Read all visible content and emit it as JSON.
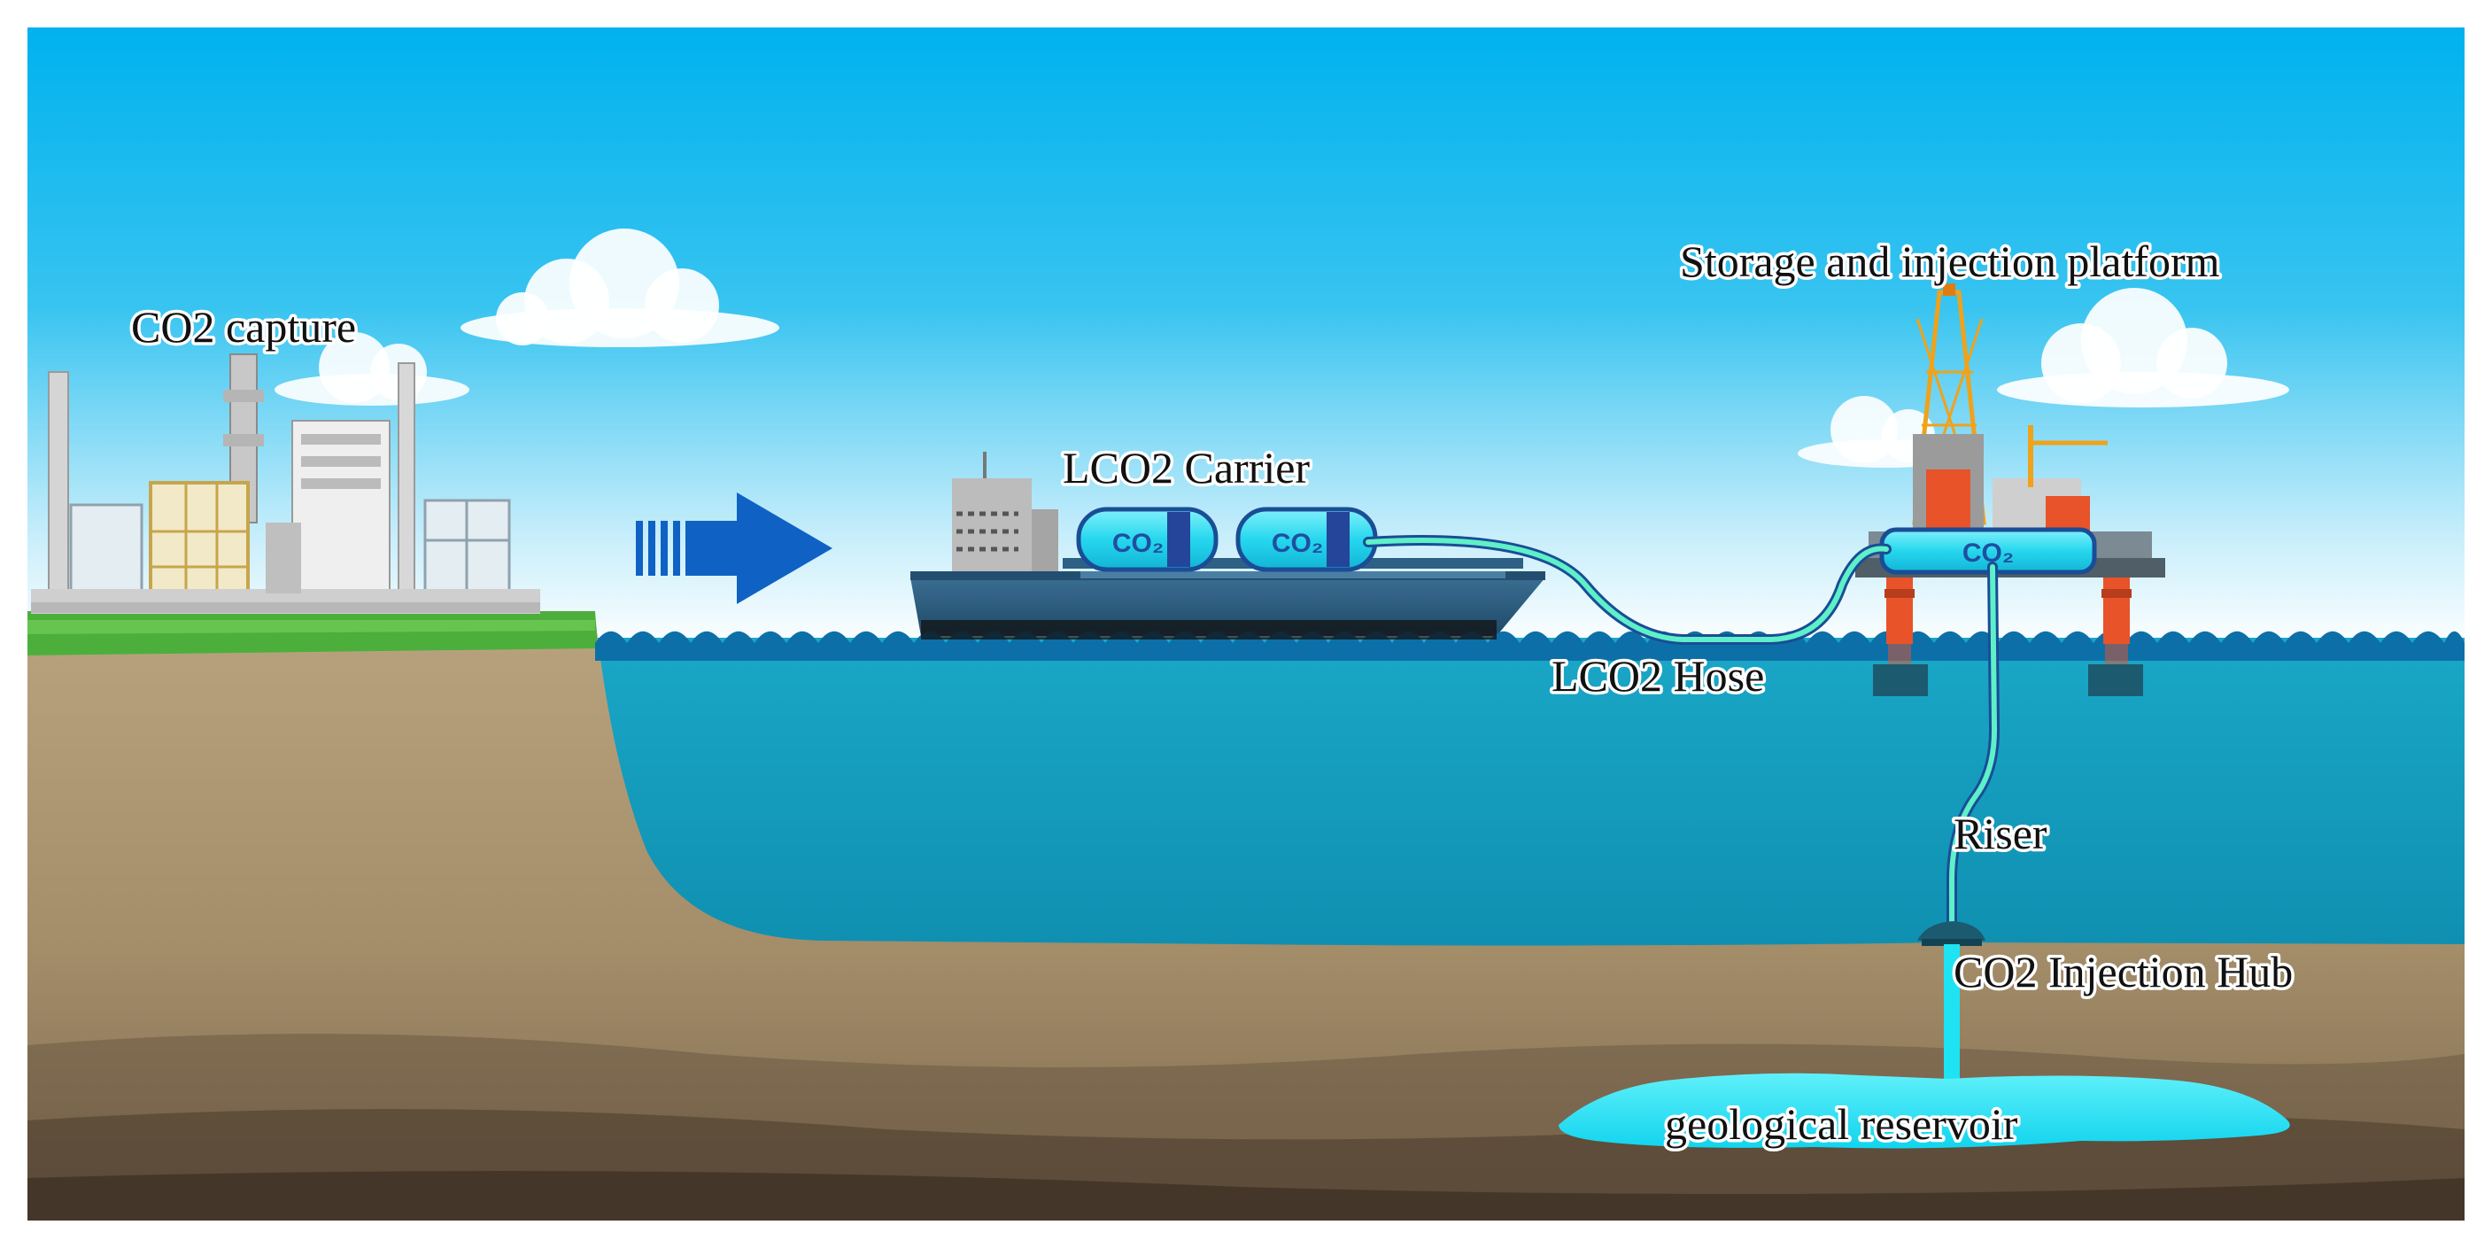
{
  "labels": {
    "co2_capture": "CO2 capture",
    "lco2_carrier": "LCO2 Carrier",
    "storage_platform": "Storage and injection platform",
    "lco2_hose": "LCO2 Hose",
    "riser": "Riser",
    "injection_hub": "CO2 Injection Hub",
    "geological_reservoir": "geological reservoir"
  },
  "tank_tags": {
    "ship_tank_1": "CO₂",
    "ship_tank_2": "CO₂",
    "platform_tank": "CO₂"
  },
  "icons": {
    "flow_arrow": "flow-arrow-icon",
    "cloud": "cloud-icon"
  },
  "colors": {
    "sky_top": "#00b2ee",
    "sky_bottom": "#ffffff",
    "sea": "#1aa7c7",
    "wave": "#0d6fa8",
    "soil": "#b29b78",
    "soil_dark": "#5c4a36",
    "grass": "#4caf3c",
    "ship_hull": "#2b5a7c",
    "tank": "#26d7ee",
    "reservoir": "#1ee3f2",
    "arrow": "#0f62c4",
    "platform_leg": "#e8532a"
  }
}
